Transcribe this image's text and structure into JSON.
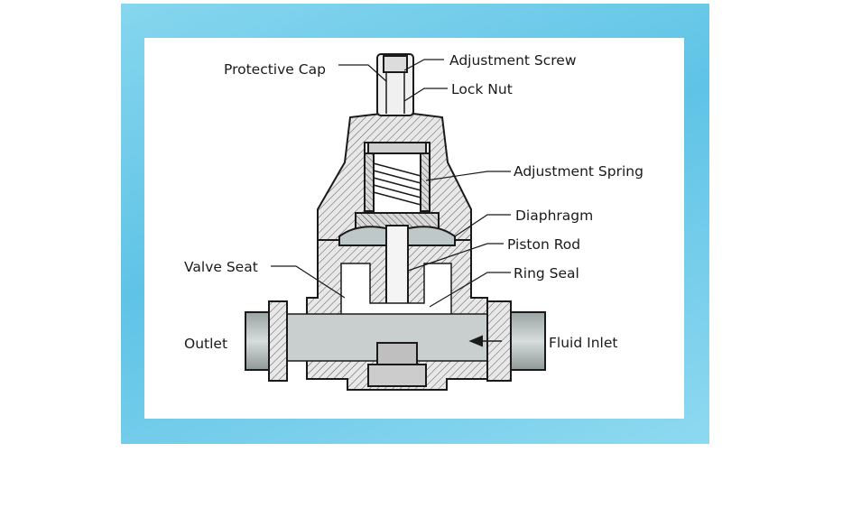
{
  "labels": {
    "protective_cap": "Protective Cap",
    "adjustment_screw": "Adjustment Screw",
    "lock_nut": "Lock Nut",
    "adjustment_spring": "Adjustment Spring",
    "diaphragm": "Diaphragm",
    "piston_rod": "Piston Rod",
    "valve_seat": "Valve Seat",
    "ring_seal": "Ring Seal",
    "outlet": "Outlet",
    "fluid_inlet": "Fluid Inlet"
  },
  "colors": {
    "frame": "#6ccbea",
    "body_fill": "#e6e6e6",
    "fluid_fill": "#c9cfcf",
    "outline": "#1a1a1a"
  }
}
